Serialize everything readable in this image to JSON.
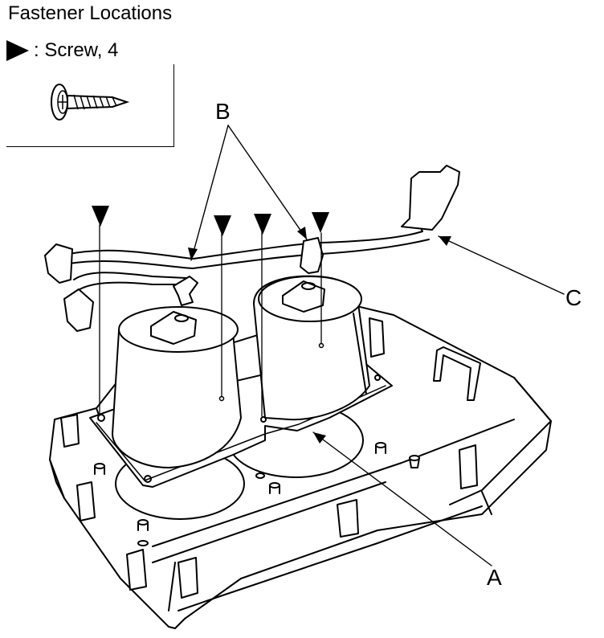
{
  "header": {
    "title": "Fastener Locations"
  },
  "legend": {
    "symbol_icon": "filled-triangle-right-icon",
    "fastener_label": ": Screw, 4",
    "fastener_icon": "screw-icon"
  },
  "callouts": {
    "a": "A",
    "b": "B",
    "c": "C"
  },
  "colors": {
    "line": "#000000",
    "background": "#ffffff"
  }
}
